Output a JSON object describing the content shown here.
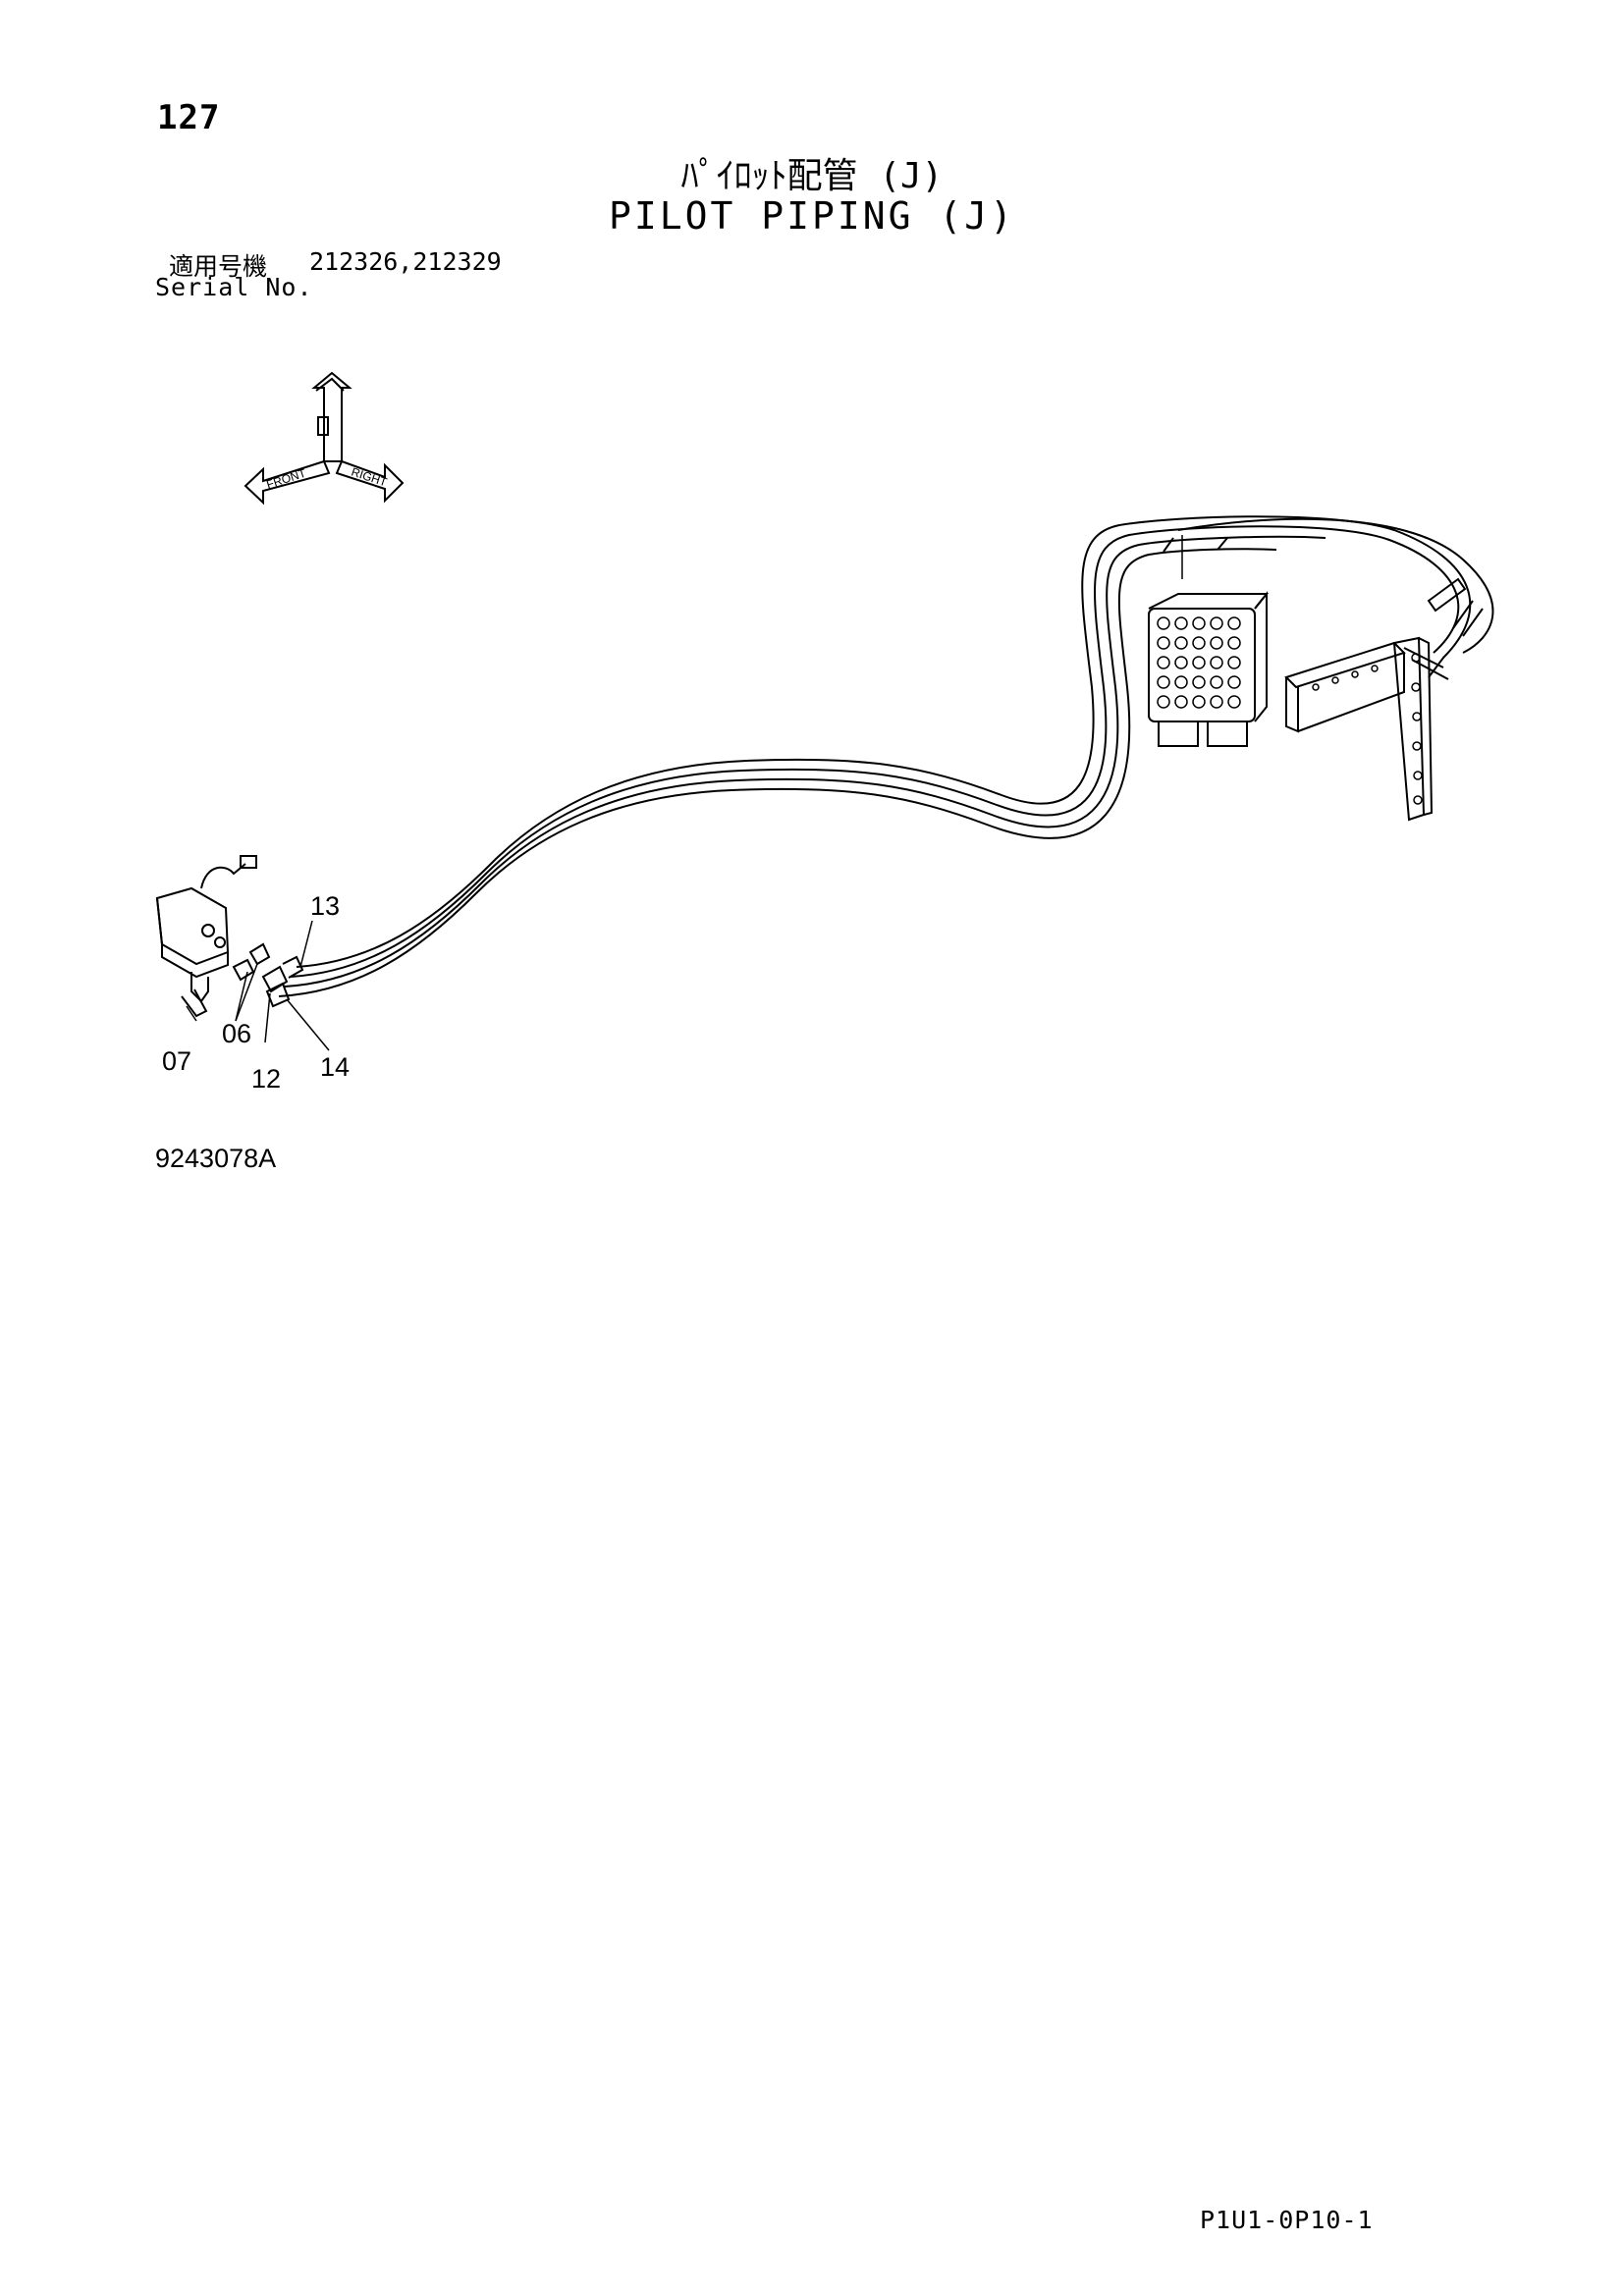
{
  "header": {
    "page_number": "127",
    "title_jp": "ﾊﾟｲﾛｯﾄ配管 (J)",
    "title_en": "PILOT PIPING (J)",
    "serial_label_jp": "適用号機",
    "serial_numbers": "212326,212329",
    "serial_label_en": "Serial No."
  },
  "diagram": {
    "direction_arrows": [
      "FRONT",
      "RIGHT"
    ],
    "callouts": {
      "c13": "13",
      "c06": "06",
      "c07": "07",
      "c12": "12",
      "c14": "14"
    },
    "figure_id": "9243078A"
  },
  "footer": {
    "page_code": "P1U1-0P10-1"
  }
}
